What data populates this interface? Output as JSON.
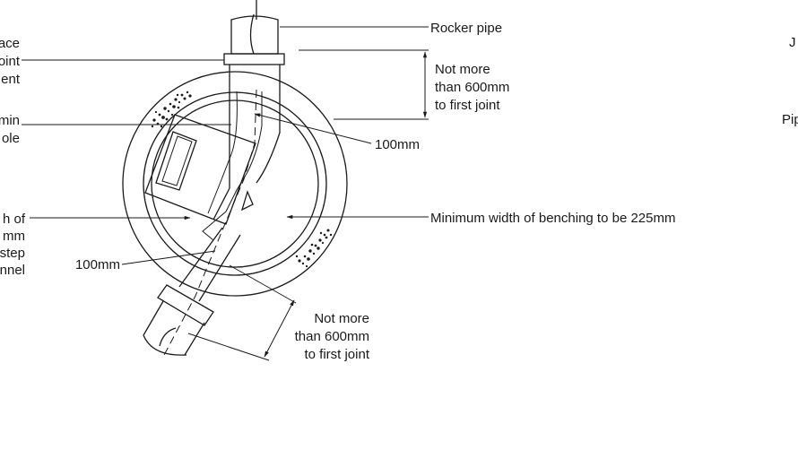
{
  "labels": {
    "rocker_pipe": "Rocker pipe",
    "not_more_top": [
      "Not more",
      "than 600mm",
      "to first joint"
    ],
    "dim_100_right": "100mm",
    "benching": "Minimum width of benching to be 225mm",
    "dim_100_left": "100mm",
    "not_more_bottom": [
      "Not more",
      "than 600mm",
      "to first joint"
    ],
    "left_cut_1": [
      "ace",
      "oint",
      "ent"
    ],
    "left_cut_2": [
      "min",
      "ole"
    ],
    "left_cut_3": [
      "h of",
      "mm",
      "step",
      "nnel"
    ],
    "right_cut_1": "J",
    "right_cut_2": "Pip"
  },
  "colors": {
    "line": "#1a1a1a",
    "background": "#ffffff"
  }
}
